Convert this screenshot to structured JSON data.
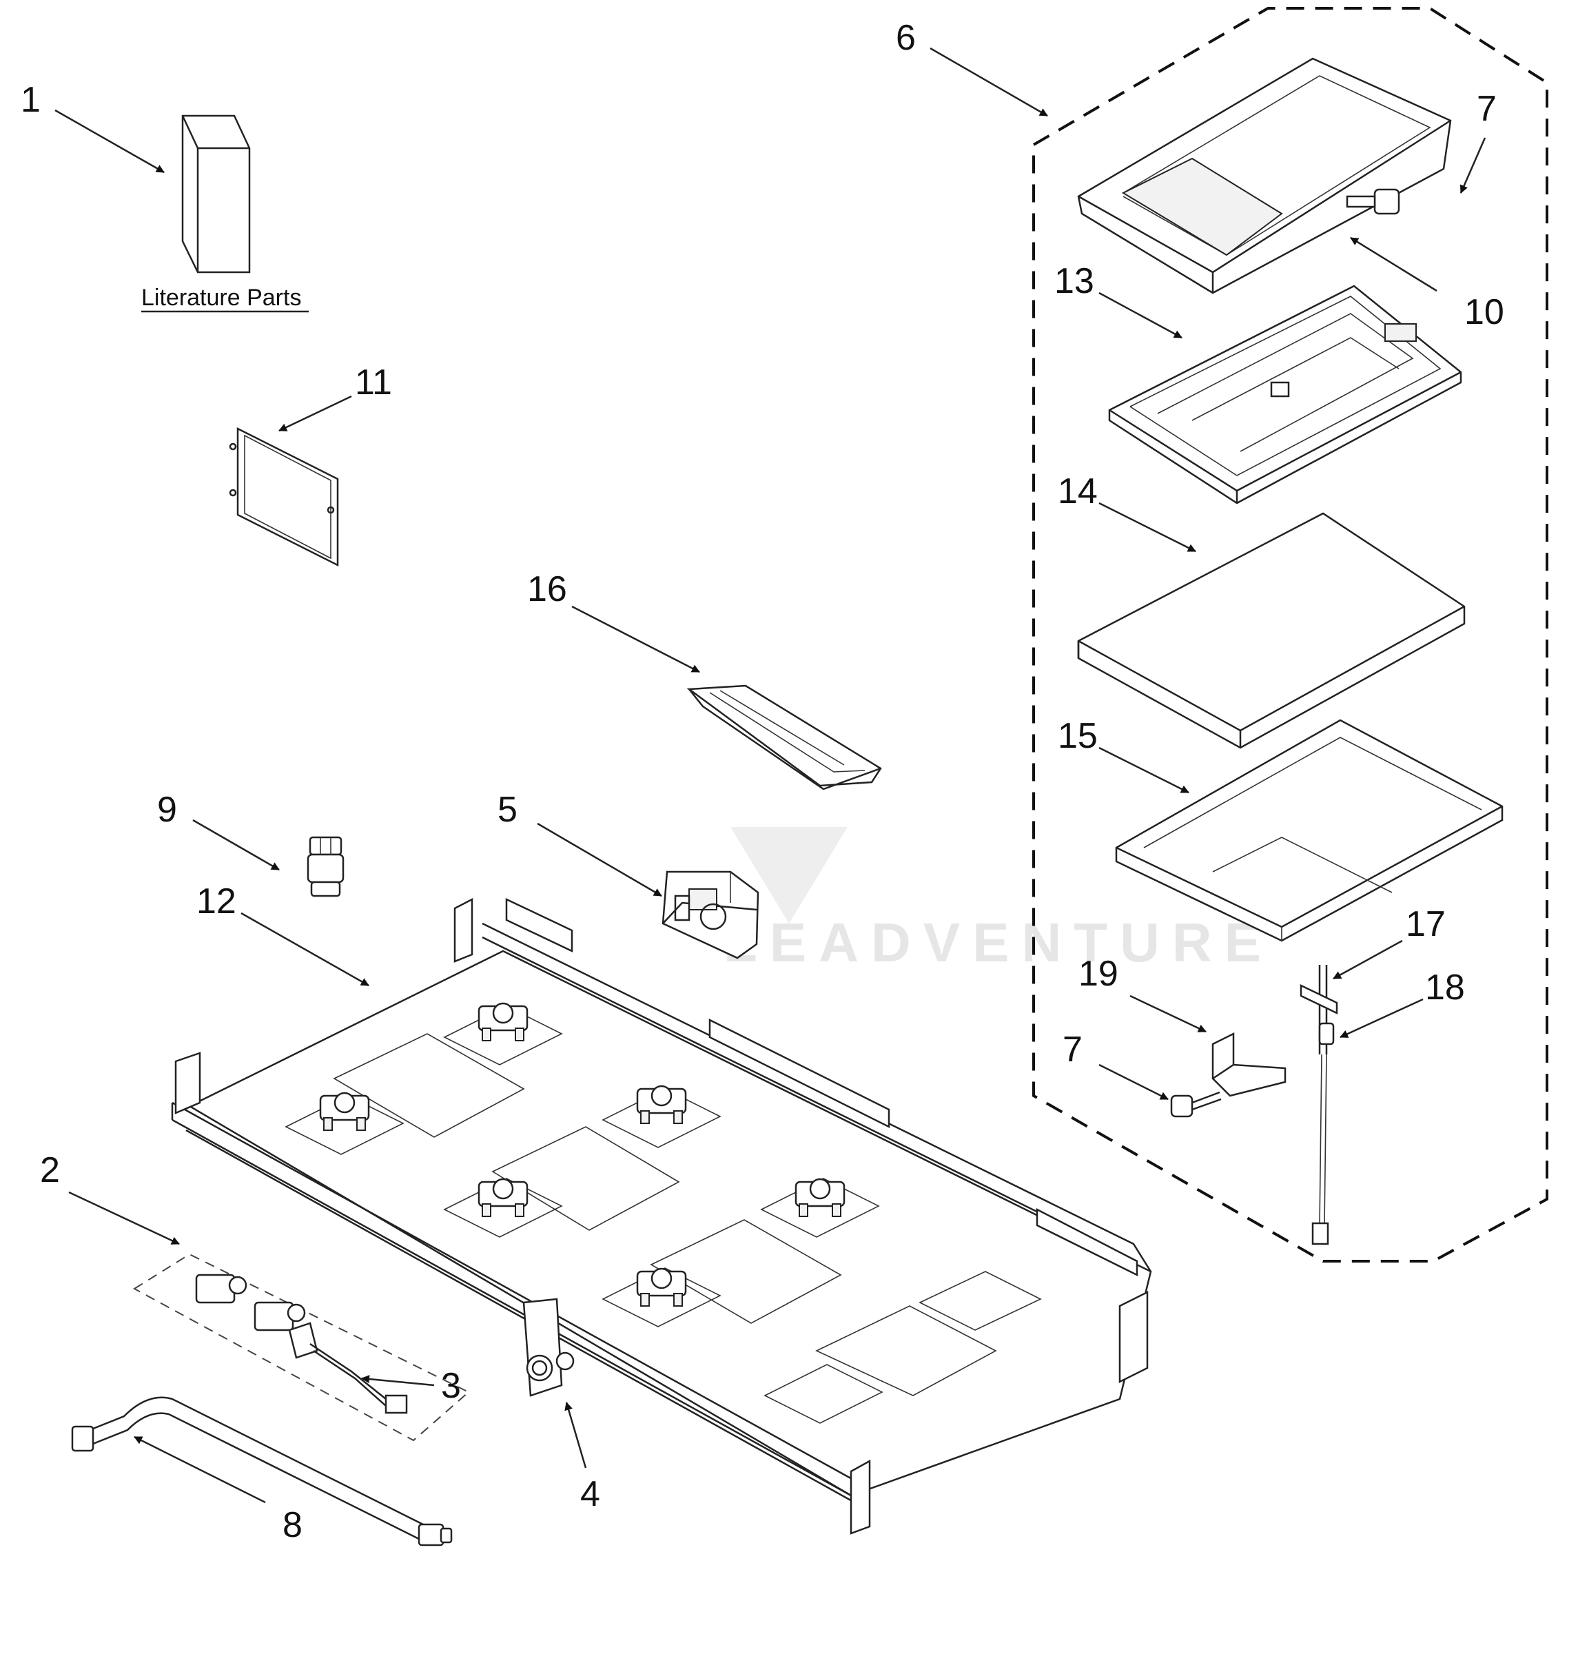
{
  "literature": {
    "label": "Literature Parts"
  },
  "callouts": {
    "c1": "1",
    "c2": "2",
    "c3": "3",
    "c4": "4",
    "c5": "5",
    "c6": "6",
    "c7a": "7",
    "c7b": "7",
    "c8": "8",
    "c9": "9",
    "c10": "10",
    "c11": "11",
    "c12": "12",
    "c13": "13",
    "c14": "14",
    "c15": "15",
    "c16": "16",
    "c17": "17",
    "c18": "18",
    "c19": "19"
  },
  "watermark": {
    "text": "LEADVENTURE"
  }
}
